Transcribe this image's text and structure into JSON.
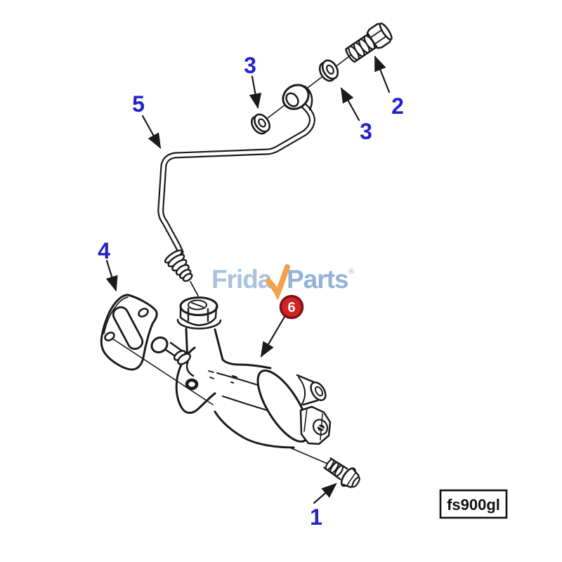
{
  "page": {
    "background": "#ffffff"
  },
  "watermark": {
    "full_text": "FridayParts",
    "part1": "Frida",
    "part2": "Parts",
    "registered_mark": "®",
    "part1_color": "#a9c2de",
    "part2_color": "#93b2d6",
    "check_color": "#f2a24a",
    "reg_color": "#9fb3c8"
  },
  "diagram": {
    "code_label": "fs900gl",
    "line_color": "#1b1b1b",
    "callout_color": "#2323c8",
    "callouts": [
      {
        "number": "1",
        "points_to": "mounting-bolt"
      },
      {
        "number": "2",
        "points_to": "banjo-bolt"
      },
      {
        "number": "3",
        "points_to": "sealing-washer-upper"
      },
      {
        "number": "3",
        "points_to": "sealing-washer-lower"
      },
      {
        "number": "4",
        "points_to": "gasket"
      },
      {
        "number": "5",
        "points_to": "fuel-supply-pipe"
      }
    ],
    "badge": {
      "number": "6",
      "fill": "#d32222",
      "ring": "#7a1418",
      "text_color": "#ffffff",
      "points_to": "fuel-transfer-pump"
    }
  }
}
